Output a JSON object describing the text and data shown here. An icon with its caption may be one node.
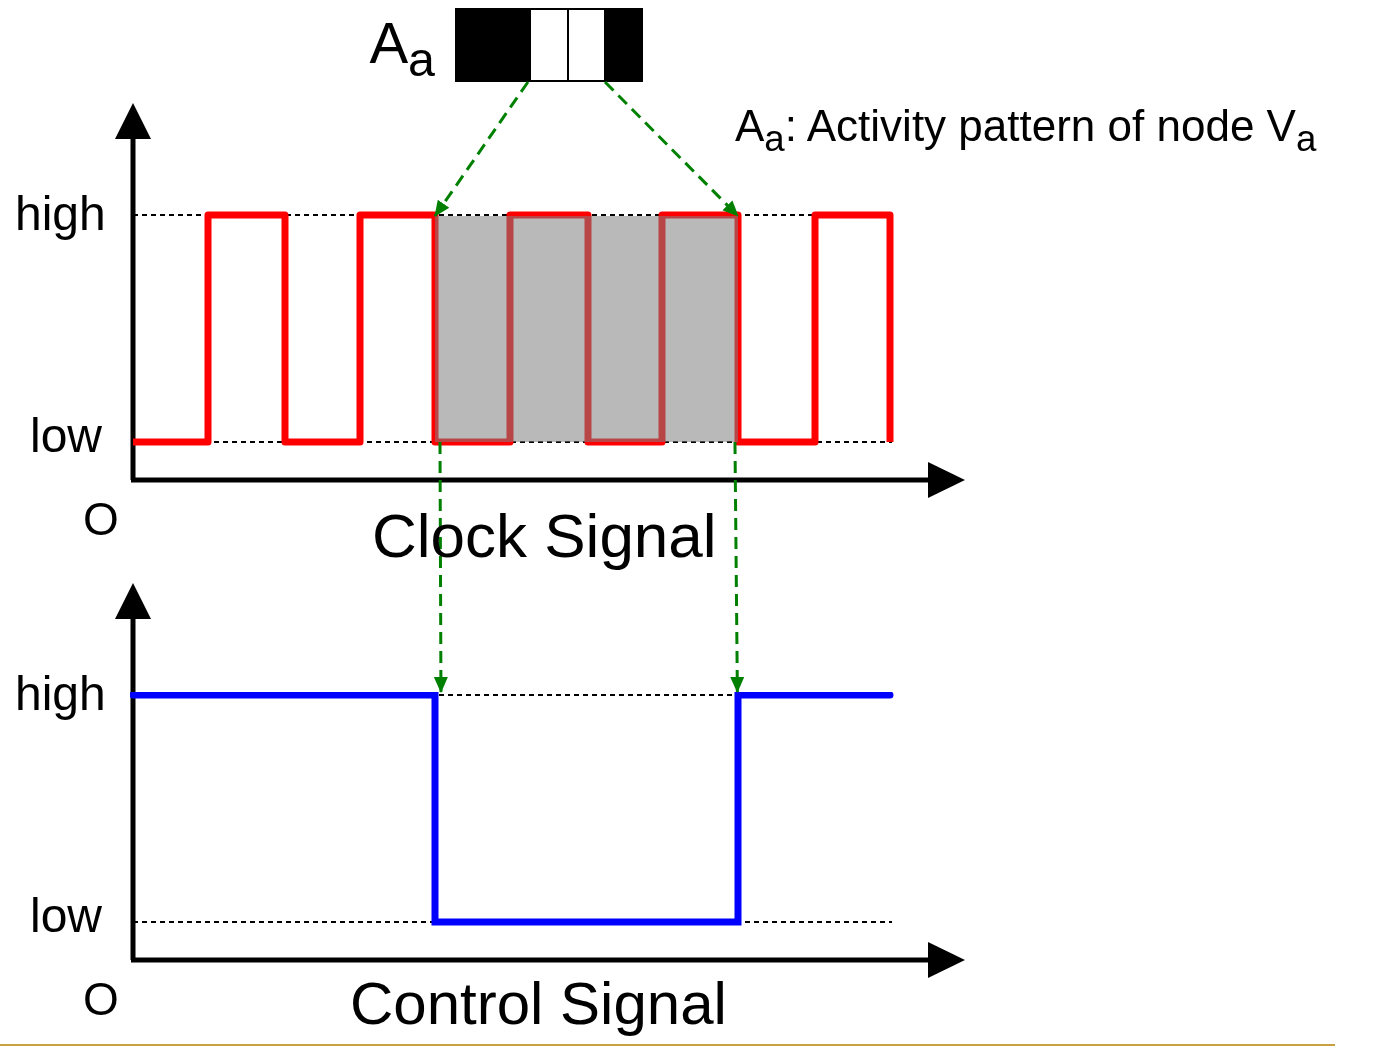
{
  "diagram": {
    "nodes": [
      {
        "text": [],
        "shape": "bar",
        "beside": [
          "A$_{a}$"
        ]
      },
      {
        "text": [],
        "shape": "box"
      },
      {
        "text": [],
        "shape": "line"
      }
    ],
    "edges": [
      {
        "from": 0,
        "to": 1,
        "arrow": "to",
        "style": "dashed"
      },
      {
        "from": 0,
        "to": 1,
        "arrow": "to",
        "style": "dashed"
      },
      {
        "from": 1,
        "to": 2,
        "arrow": "to",
        "style": "dashed"
      },
      {
        "from": 1,
        "to": 2,
        "arrow": "to",
        "style": "dashed"
      }
    ],
    "labels": [
      "A$_{a}$: Activity pattern of node V$_{a}$",
      "high",
      "low",
      "O",
      "Clock Signal",
      "high",
      "low",
      "O",
      "Control Signal"
    ]
  }
}
